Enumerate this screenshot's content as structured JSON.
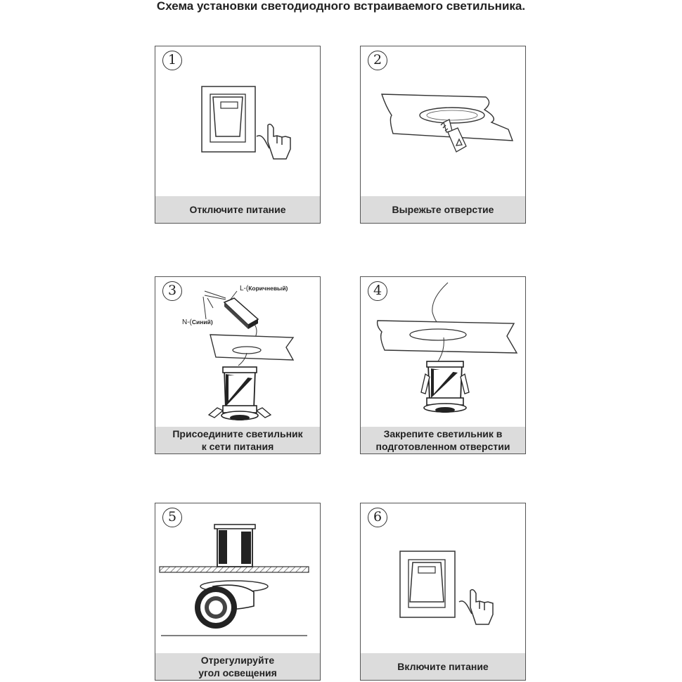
{
  "title": "Схема установки светодиодного встраиваемого светильника.",
  "steps": [
    {
      "num": "1",
      "lines": [
        "Отключите питание"
      ]
    },
    {
      "num": "2",
      "lines": [
        "Вырежьте отверстие"
      ]
    },
    {
      "num": "3",
      "lines": [
        "Присоедините светильник",
        "к сети питания"
      ]
    },
    {
      "num": "4",
      "lines": [
        "Закрепите светильник в",
        "подготовленном отверстии"
      ]
    },
    {
      "num": "5",
      "lines": [
        "Отрегулируйте",
        "угол освещения"
      ]
    },
    {
      "num": "6",
      "lines": [
        "Включите питание"
      ]
    }
  ],
  "wiring": {
    "live_prefix": "L-(",
    "live_color": "Коричневый)",
    "neutral_prefix": "N-(",
    "neutral_color": "Синий)"
  }
}
